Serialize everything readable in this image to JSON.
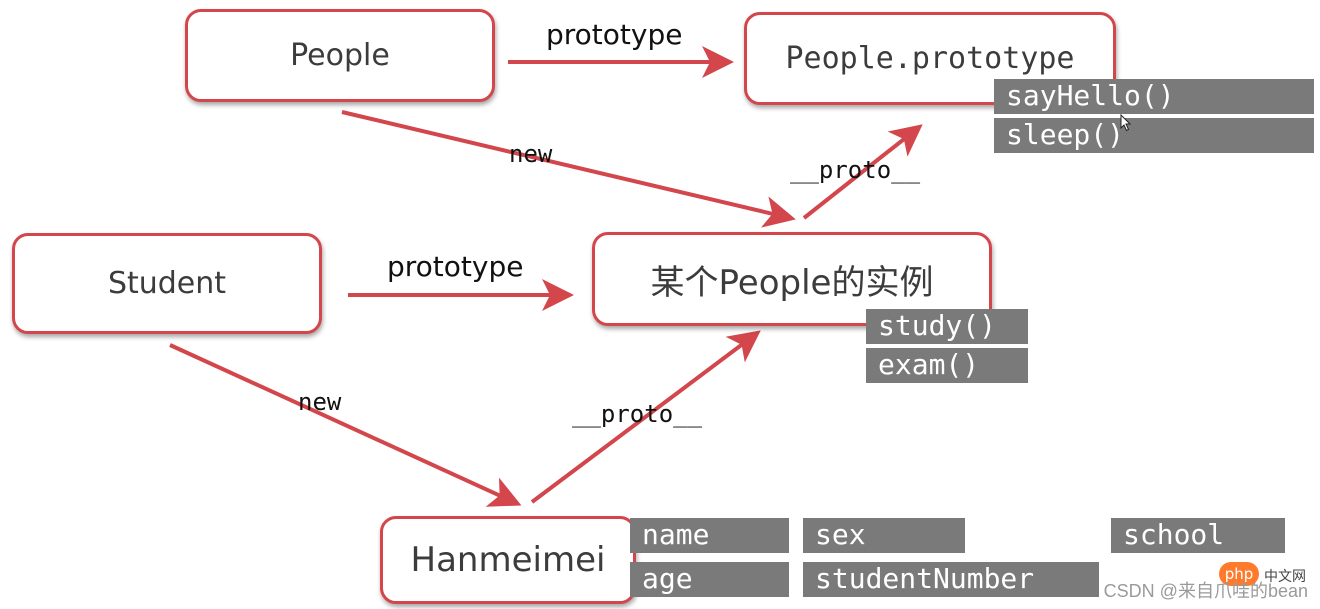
{
  "nodes": {
    "people": "People",
    "people_prototype": "People.prototype",
    "student": "Student",
    "people_instance": "某个People的实例",
    "hanmeimei": "Hanmeimei"
  },
  "people_prototype_methods": [
    "sayHello()",
    "sleep()"
  ],
  "people_instance_methods": [
    "study()",
    "exam()"
  ],
  "hanmeimei_properties": [
    "name",
    "sex",
    "school",
    "age",
    "studentNumber"
  ],
  "edge_labels": {
    "people_prototype": "prototype",
    "people_new": "new",
    "instance_proto": "__proto__",
    "student_prototype": "prototype",
    "student_new": "new",
    "hanmeimei_proto": "__proto__"
  },
  "watermark": {
    "text": "CSDN @来自爪哇的bean",
    "badge": "php",
    "badge_caption": "中文网"
  },
  "colors": {
    "arrow": "#d2464c",
    "node_border": "#d2464c",
    "tag_background": "#7a7a7a",
    "tag_text": "#ffffff"
  }
}
